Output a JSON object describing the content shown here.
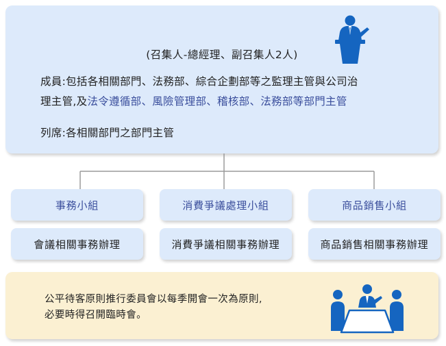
{
  "top": {
    "convener": "(召集人-總經理、副召集人2人)",
    "members_line1": "成員:包括各相關部門、法務部、綜合企劃部等之監理主管與公司治",
    "members_line2_plain": "理主管,及",
    "members_line2_highlight": "法令遵循部、風險管理部、稽核部、法務部等部門主管",
    "attendees": "列席:各相關部門之部門主管"
  },
  "teams": [
    {
      "name": "事務小組",
      "task": "會議相關事務辦理"
    },
    {
      "name": "消費爭議處理小組",
      "task": "消費爭議相關事務辦理"
    },
    {
      "name": "商品銷售小組",
      "task": "商品銷售相關事務辦理"
    }
  ],
  "bottom": {
    "line1": "公平待客原則推行委員會以每季開會一次為原則,",
    "line2": "必要時得召開臨時會。"
  },
  "colors": {
    "blue_box": "#ddeafb",
    "yellow_box": "#fbf0d2",
    "accent_text": "#3a4e9c",
    "icon": "#1565c0",
    "connector": "#9a9a9a"
  },
  "icons": {
    "top": "speaker-at-podium-icon",
    "bottom": "meeting-table-icon"
  }
}
